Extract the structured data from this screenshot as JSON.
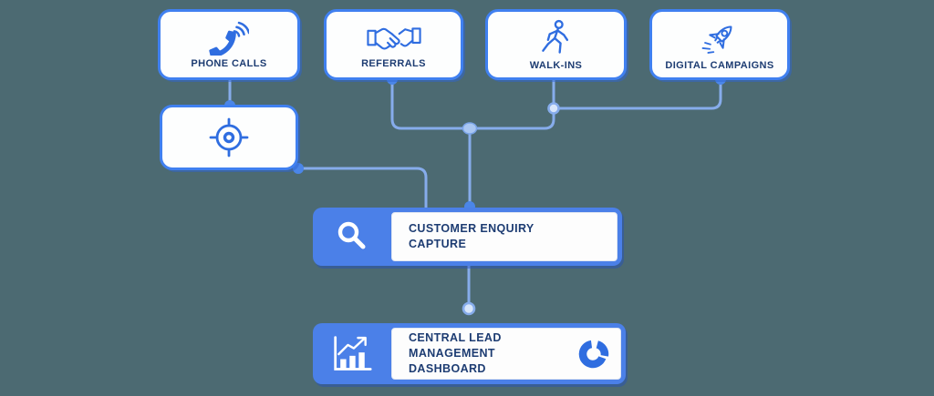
{
  "diagram": {
    "title_semantic": "lead-management-flow",
    "sources": [
      {
        "label": "PHONE CALLS",
        "icon": "phone-icon"
      },
      {
        "label": "REFERRALS",
        "icon": "handshake-icon"
      },
      {
        "label": "WALK-INS",
        "icon": "walking-person-icon"
      },
      {
        "label": "DIGITAL CAMPAIGNS",
        "icon": "rocket-icon"
      }
    ],
    "target_node": {
      "icon": "target-icon"
    },
    "capture_node": {
      "line1": "CUSTOMER ENQUIRY",
      "line2": "CAPTURE",
      "icon": "search-icon"
    },
    "dashboard_node": {
      "line1": "CENTRAL LEAD",
      "line2": "MANAGEMENT DASHBOARD",
      "left_icon": "bar-chart-icon",
      "right_icon": "donut-chart-icon"
    },
    "colors": {
      "background": "#4c6a72",
      "box_border_blue": "#4080f0",
      "icon_blue": "#2f6de0",
      "node_fill_blue": "#4b80e8",
      "connector_blue": "#86aceb",
      "dot_blue": "#4b86e8",
      "label_navy": "#1d3c72"
    }
  }
}
